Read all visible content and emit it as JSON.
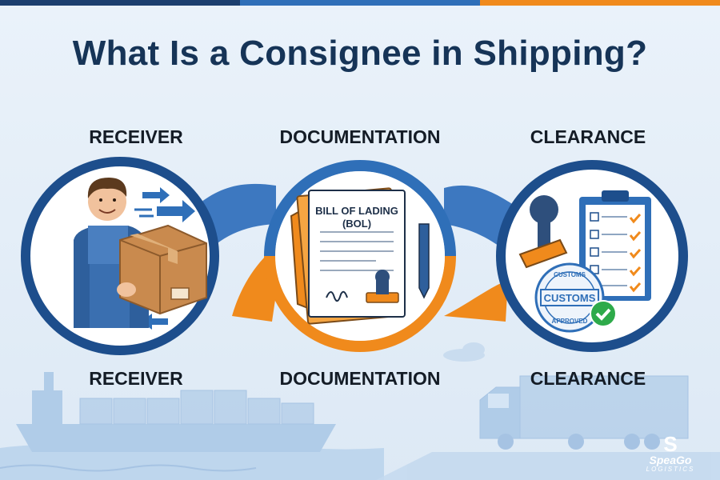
{
  "title": "What Is a Consignee in Shipping?",
  "columns": [
    {
      "top_label": "RECEIVER",
      "bottom_label": "RECEIVER",
      "icon": "person-carrying-box-icon"
    },
    {
      "top_label": "DOCUMENTATION",
      "bottom_label": "DOCUMENTATION",
      "icon": "bill-of-lading-documents-icon"
    },
    {
      "top_label": "CLEARANCE",
      "bottom_label": "CLEARANCE",
      "icon": "customs-stamp-checklist-icon"
    }
  ],
  "document": {
    "line1": "BILL OF LADING",
    "line2": "(BOL)"
  },
  "stamp": {
    "line1": "CUSTOMS",
    "arc_top": "CUSTOMS",
    "arc_bottom": "APPROVED"
  },
  "logo": {
    "mark": "S",
    "name": "SpeaGo",
    "sub": "LOGISTICS"
  },
  "colors": {
    "navy": "#163457",
    "blue": "#2c67b0",
    "orange": "#f08a1c",
    "light_blue": "#aecbe8"
  }
}
